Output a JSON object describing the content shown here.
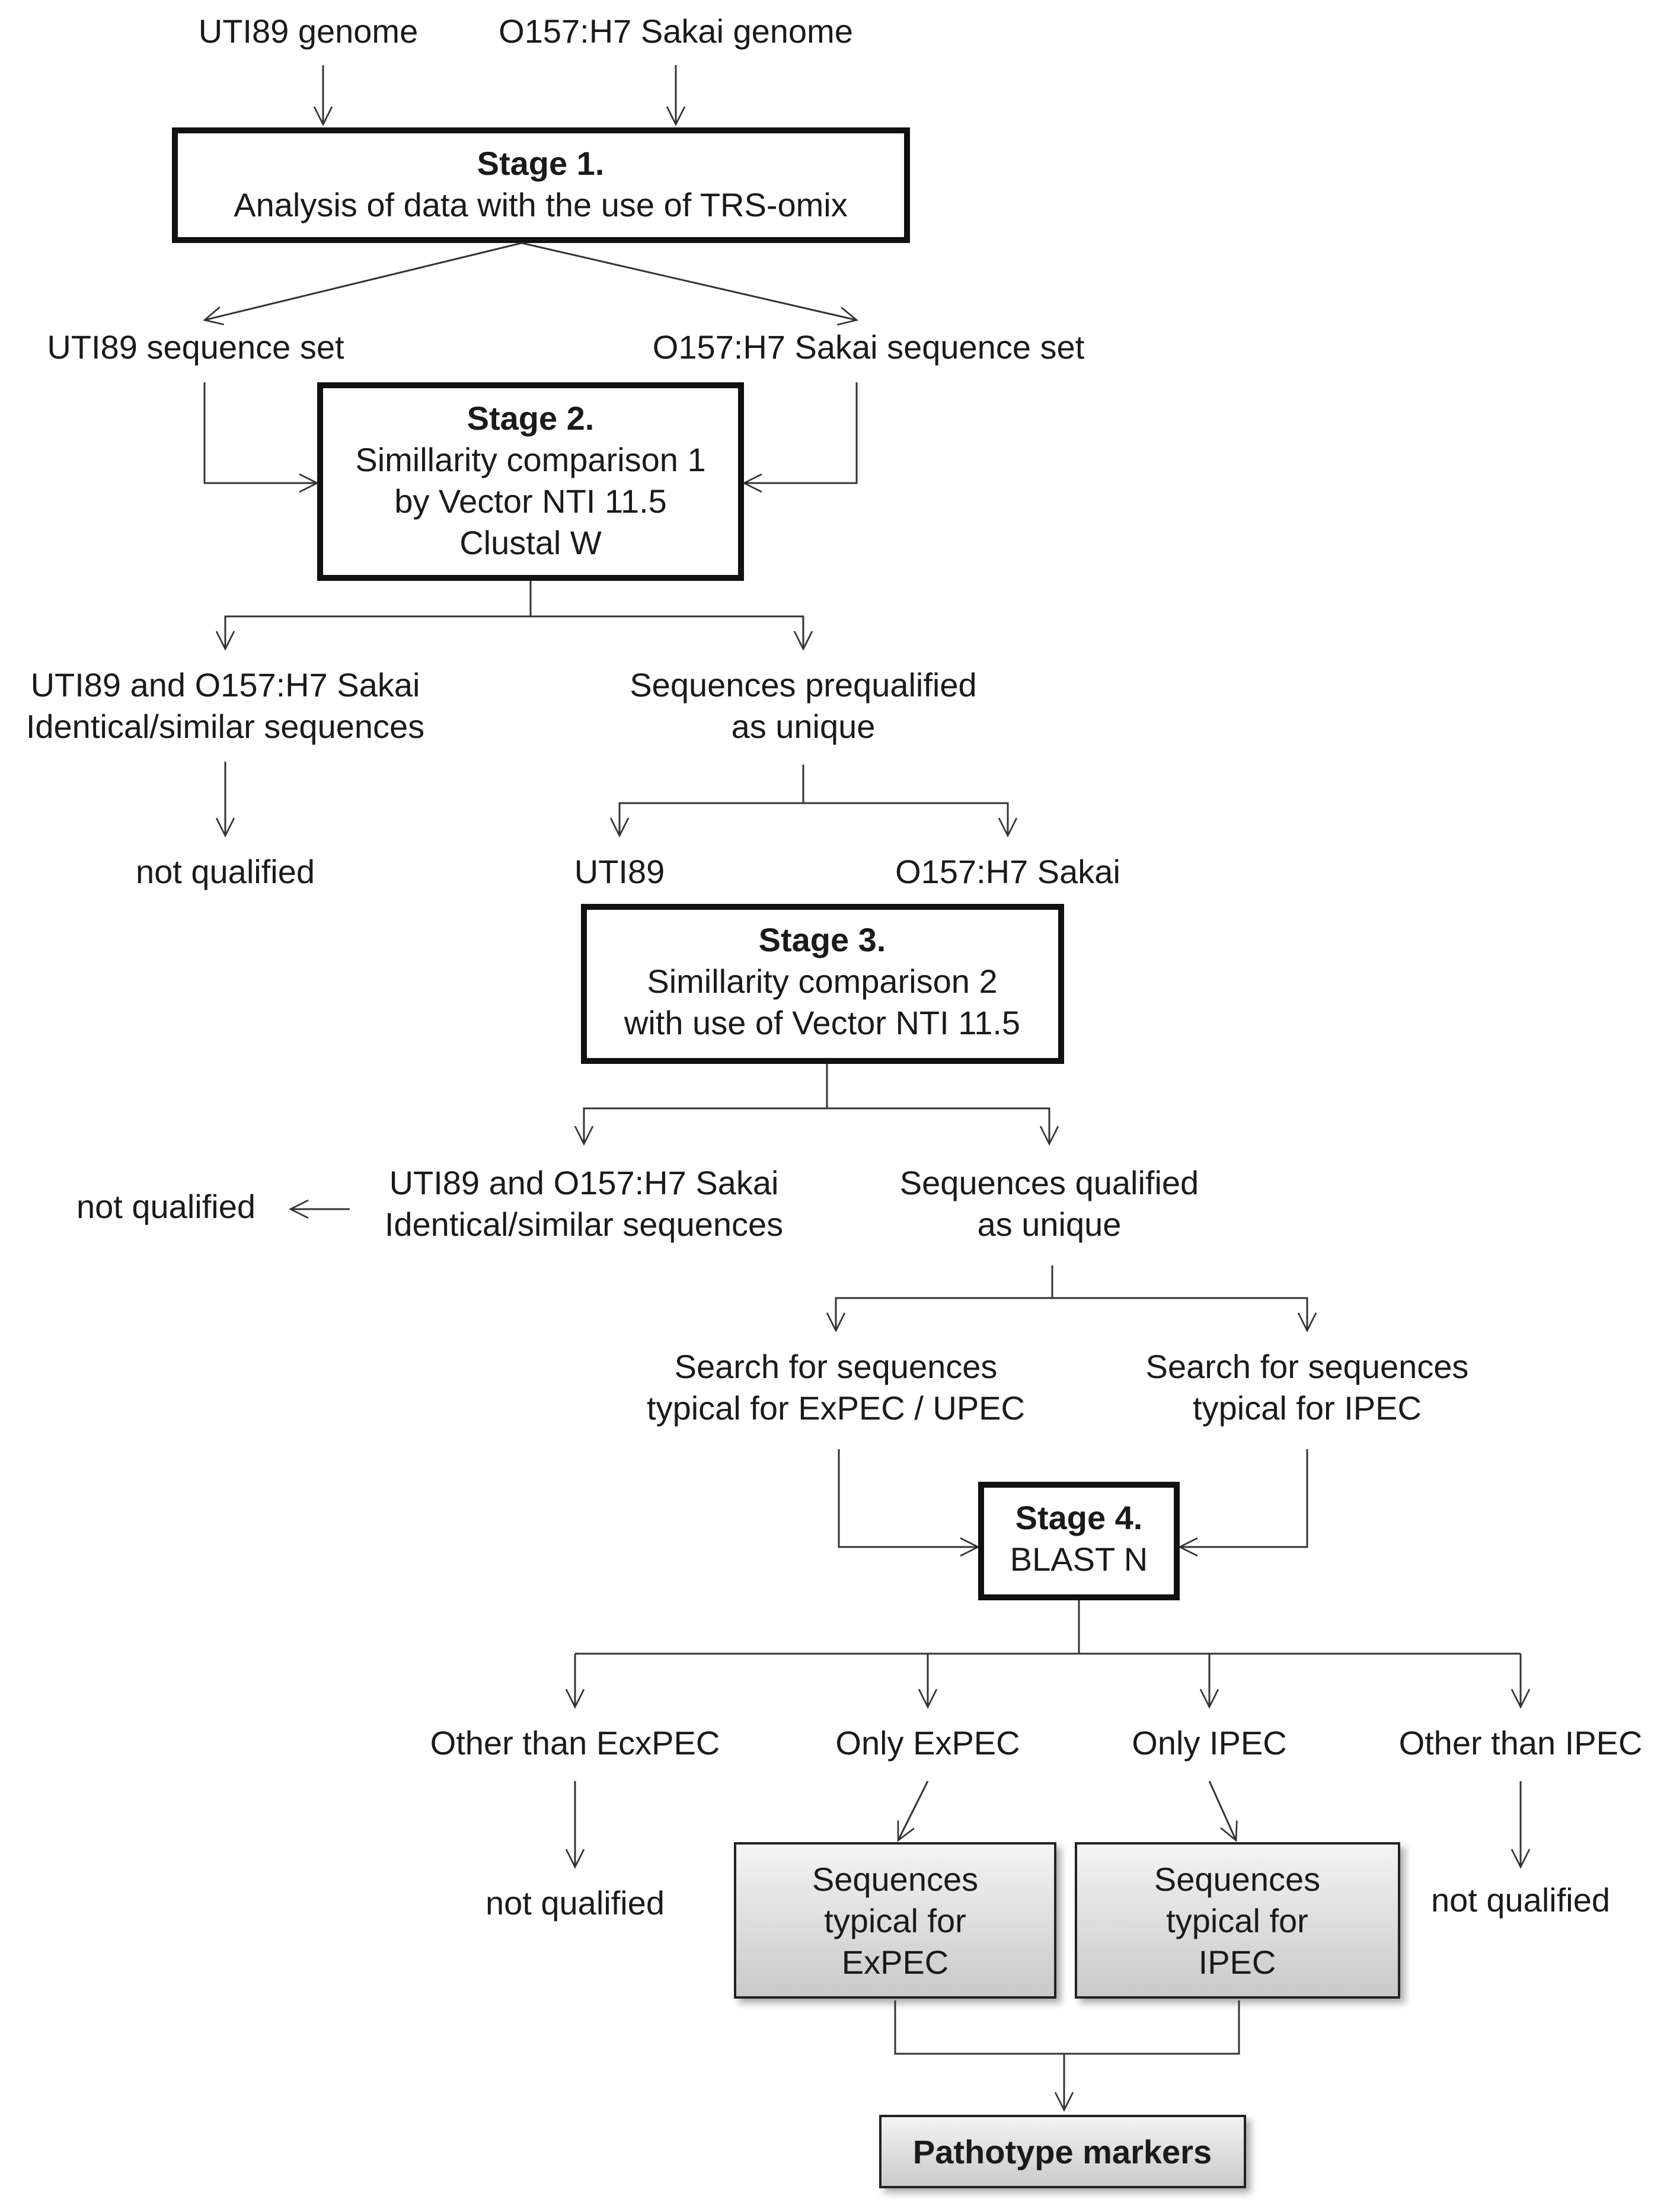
{
  "inputs": {
    "uti89_genome": "UTI89  genome",
    "sakai_genome": "O157:H7  Sakai genome"
  },
  "stage1": {
    "title": "Stage 1.",
    "line1": "Analysis of data with the use of TRS-omix"
  },
  "sets": {
    "uti89_set": "UTI89  sequence set",
    "sakai_set": "O157:H7  Sakai sequence set"
  },
  "stage2": {
    "title": "Stage 2.",
    "line1": "Simillarity comparison 1",
    "line2": "by Vector NTI  11.5",
    "line3": "Clustal W"
  },
  "split1": {
    "identical_line1": "UTI89  and O157:H7  Sakai",
    "identical_line2": "Identical/similar sequences",
    "prequalified_line1": "Sequences prequalified",
    "prequalified_line2": "as unique",
    "not_qualified": "not qualified"
  },
  "unique1": {
    "uti89": "UTI89",
    "sakai": "O157:H7  Sakai"
  },
  "stage3": {
    "title": "Stage 3.",
    "line1": "Simillarity comparison 2",
    "line2": "with use of Vector NTI  11.5"
  },
  "split2": {
    "not_qualified": "not qualified",
    "identical_line1": "UTI89  and O157:H7  Sakai",
    "identical_line2": "Identical/similar sequences",
    "qualified_line1": "Sequences qualified",
    "qualified_line2": "as unique"
  },
  "search": {
    "expec_line1": "Search for sequences",
    "expec_line2": "typical for ExPEC / UPEC",
    "ipec_line1": "Search for sequences",
    "ipec_line2": "typical for IPEC"
  },
  "stage4": {
    "title": "Stage 4.",
    "line1": "BLAST N"
  },
  "outcomes": {
    "other_than_expec": "Other than EcxPEC",
    "only_expec": "Only ExPEC",
    "only_ipec": "Only IPEC",
    "other_than_ipec": "Other than IPEC",
    "not_qualified_left": "not qualified",
    "not_qualified_right": "not qualified"
  },
  "typical_expec": {
    "line1": "Sequences",
    "line2": "typical for",
    "line3": "ExPEC"
  },
  "typical_ipec": {
    "line1": "Sequences",
    "line2": "typical for",
    "line3": "IPEC"
  },
  "result": {
    "label": "Pathotype markers"
  }
}
